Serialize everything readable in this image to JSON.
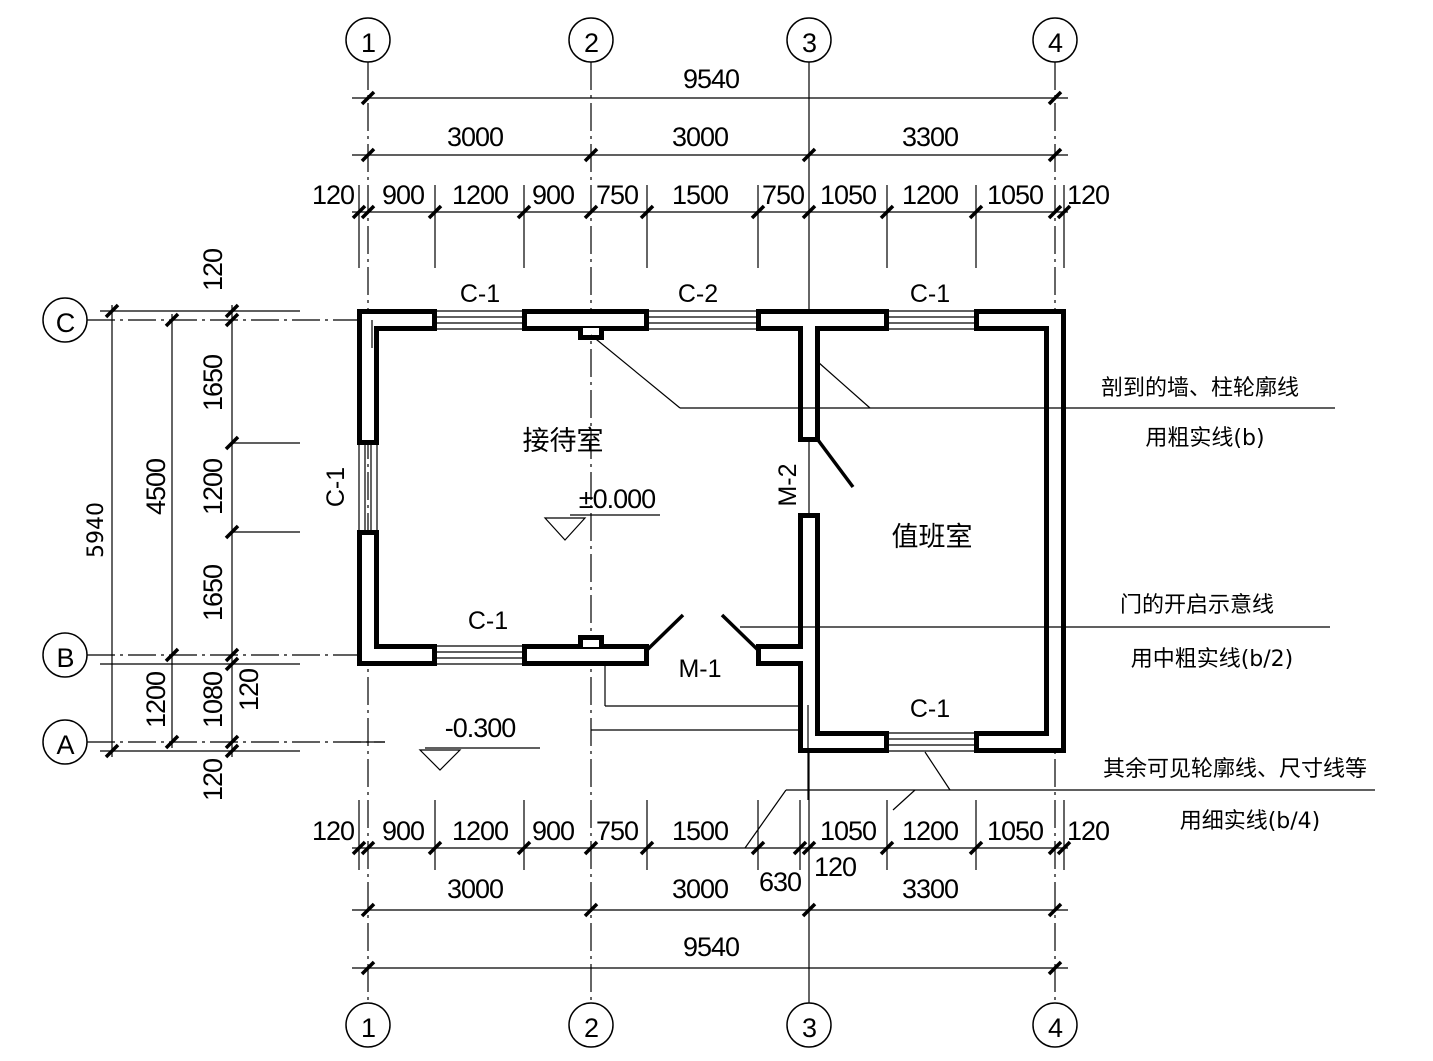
{
  "axes": {
    "vertical": [
      "1",
      "2",
      "3",
      "4"
    ],
    "horizontal": [
      "C",
      "B",
      "A"
    ]
  },
  "dimensions": {
    "top_total": "9540",
    "top_bays": [
      "3000",
      "3000",
      "3300"
    ],
    "top_detail": [
      "120",
      "900",
      "1200",
      "900",
      "750",
      "1500",
      "750",
      "1050",
      "1200",
      "1050",
      "120"
    ],
    "bottom_detail": [
      "120",
      "900",
      "1200",
      "900",
      "750",
      "1500",
      "630",
      "120",
      "1050",
      "1200",
      "1050",
      "120"
    ],
    "bottom_bays": [
      "3000",
      "3000",
      "3300"
    ],
    "bottom_total": "9540",
    "left_total": "5940",
    "left_mid": [
      "4500",
      "1200"
    ],
    "left_detail": [
      "120",
      "1650",
      "1200",
      "1650",
      "120",
      "1080",
      "120"
    ]
  },
  "rooms": [
    "接待室",
    "值班室"
  ],
  "elevations": [
    "±0.000",
    "-0.300"
  ],
  "openings": {
    "top_windows": [
      "C-1",
      "C-2",
      "C-1"
    ],
    "left_window": "C-1",
    "bottom_window_left": "C-1",
    "bottom_window_right": "C-1",
    "door_main": "M-1",
    "door_inner": "M-2"
  },
  "notes": [
    {
      "title": "剖到的墙、柱轮廓线",
      "detail": "用粗实线(b)"
    },
    {
      "title": "门的开启示意线",
      "detail": "用中粗实线(b/2)"
    },
    {
      "title": "其余可见轮廓线、尺寸线等",
      "detail": "用细实线(b/4)"
    }
  ]
}
